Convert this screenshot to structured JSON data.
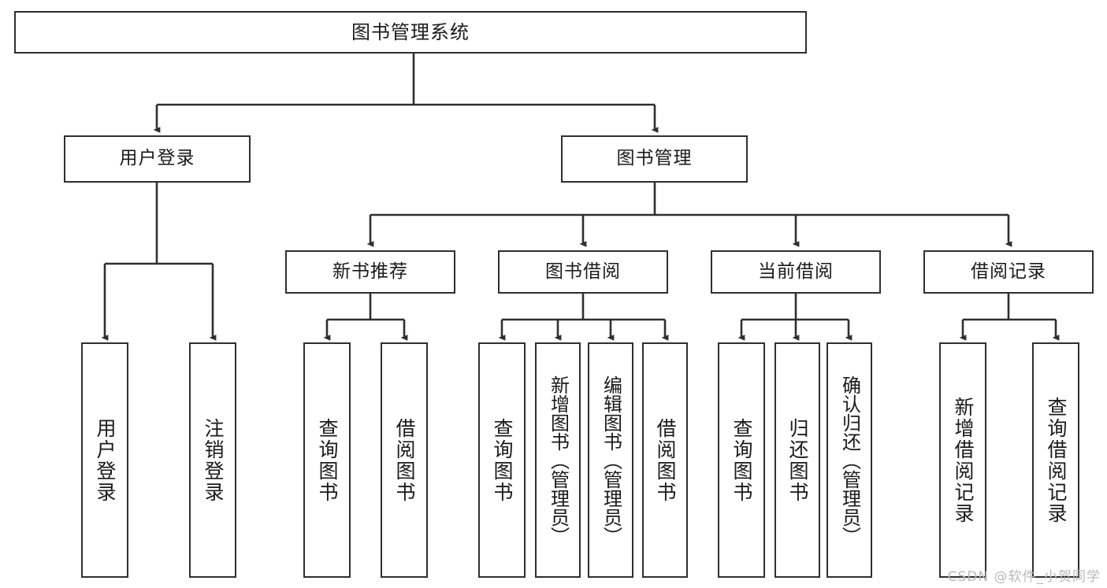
{
  "diagram": {
    "type": "tree",
    "title": "图书管理系统",
    "watermark": "CSDN @软件_小贺同学",
    "line_color": "#2f2f2f",
    "text_color": "#1a1a1a",
    "background": "#ffffff",
    "nodes": {
      "root": "图书管理系统",
      "level2": {
        "user_login": "用户登录",
        "book_manage": "图书管理"
      },
      "level3": {
        "new_book_recommend": "新书推荐",
        "book_borrow": "图书借阅",
        "current_borrow": "当前借阅",
        "borrow_record": "借阅记录"
      },
      "leaves": {
        "user_login_1": "用户登录",
        "user_login_2": "注销登录",
        "recommend_1": "查询图书",
        "recommend_2": "借阅图书",
        "borrow_1": "查询图书",
        "borrow_2": "新增图书（管理员）",
        "borrow_3": "编辑图书（管理员）",
        "borrow_4": "借阅图书",
        "current_1": "查询图书",
        "current_2": "归还图书",
        "current_3": "确认归还（管理员）",
        "record_1": "新增借阅记录",
        "record_2": "查询借阅记录"
      }
    }
  }
}
